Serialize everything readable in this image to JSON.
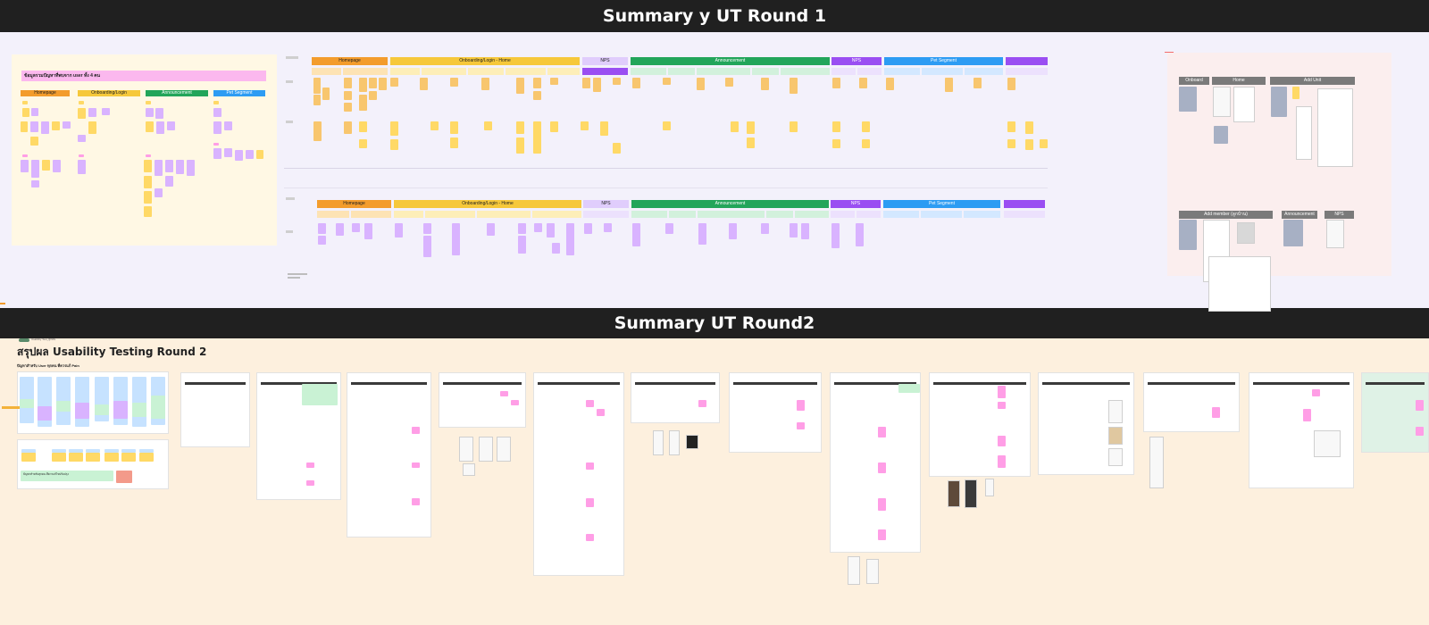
{
  "banners": {
    "round1_title": "Summary y UT Round 1",
    "round2_title": "Summary UT Round2"
  },
  "round1": {
    "left_frame": {
      "title": "ข้อมูลรวมปัญหาที่พบจาก user ทั้ง 4 คน",
      "categories": [
        "Homepage",
        "Onboarding/Login",
        "Announcement",
        "Pet Segment"
      ]
    },
    "board_top": {
      "headers": [
        "Homepage",
        "Onboarding/Login - Home",
        "NPS",
        "Announcement",
        "NPS",
        "Pet Segment",
        ""
      ]
    },
    "board_bottom": {
      "headers": [
        "Homepage",
        "Onboarding/Login - Home",
        "NPS",
        "Announcement",
        "NPS",
        "Pet Segment",
        ""
      ]
    },
    "right_frame": {
      "screens": [
        "Onboard",
        "Home",
        "Add Unit",
        "Add member (ลูกบ้าน)",
        "Announcement",
        "NPS"
      ]
    }
  },
  "round2": {
    "tag": "Usability Test_ทุกคน",
    "title": "สรุปผล Usability Testing Round 2",
    "subtitle": "ปัญหาสำหรับ User ทุกคน ที่ควรแก้ Pain",
    "note_text": "ปัญหาสำหรับทุกคน ที่ควรแก้ไขปรับปรุง"
  }
}
